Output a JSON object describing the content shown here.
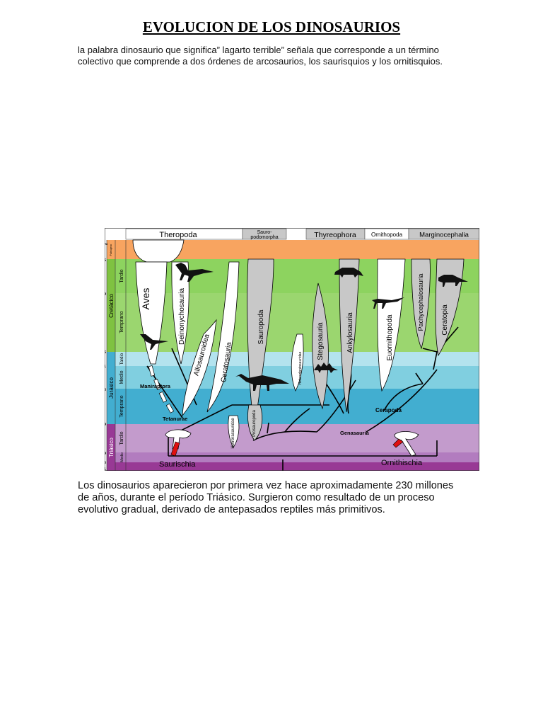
{
  "document": {
    "title": "EVOLUCION DE LOS DINOSAURIOS",
    "intro": "la palabra dinosaurio que significa” lagarto terrible” señala que corresponde a un término colectivo que comprende a dos órdenes de arcosaurios, los saurisquios y los ornitisquios.",
    "paragraph": "Los dinosaurios aparecieron por primera vez hace aproximadamente 230 millones de años, durante el período Triásico. Surgieron como resultado de un proceso evolutivo gradual, derivado de antepasados reptiles más primitivos."
  },
  "figure": {
    "headers": {
      "theropoda": "Theropoda",
      "sauropodomorpha_1": "Sauro-",
      "sauropodomorpha_2": "podomorpha",
      "thyreophora": "Thyreophora",
      "ornithopoda": "Ornithopoda",
      "marginocephalia": "Marginocephalia"
    },
    "ma_label": "Ma",
    "ages": [
      "65",
      "99",
      "145",
      "161",
      "175",
      "199",
      "229",
      "246",
      "251"
    ],
    "periods": {
      "cretacico": "Cretácico",
      "jurasico": "Jurásico",
      "triasico": "Triásico",
      "paleogeno": "Paleógeno"
    },
    "epochs": {
      "tardio": "Tardio",
      "temprano": "Temprano",
      "medio": "Medio"
    },
    "clades": {
      "aves": "Aves",
      "deinonychosauria": "Deinonychosauria",
      "allosauroidea": "Allosauroidea",
      "ceratosauria": "Ceratosauria",
      "sauropoda": "Sauropoda",
      "heterodontosauridae": "Heterodontosauridae",
      "stegosauria": "Stegosauria",
      "ankylosauria": "Ankylosauria",
      "euornithopoda": "Euornithopoda",
      "pachycephalosauria": "Pachycephalosauria",
      "ceratopia": "Ceratopia",
      "herrerasauridae": "Herrerasauridae",
      "prosauropoda": "Prosauropoda",
      "maniraptora": "Maniraptora",
      "tetanurae": "Tetanurae",
      "cerapoda": "Cerapoda",
      "genasauria": "Genasauria",
      "saurischia": "Saurischia",
      "ornithischia": "Ornithischia"
    },
    "colors": {
      "paleogene": "#f8a460",
      "cretaceous_late": "#8dd35f",
      "cretaceous_early": "#9bd66f",
      "jurassic_late": "#b3e3ee",
      "jurassic_middle": "#80cfe0",
      "jurassic_early": "#42aed0",
      "triassic_late": "#c39bcc",
      "triassic_middle": "#b27cbf",
      "triassic_early": "#983995"
    }
  }
}
